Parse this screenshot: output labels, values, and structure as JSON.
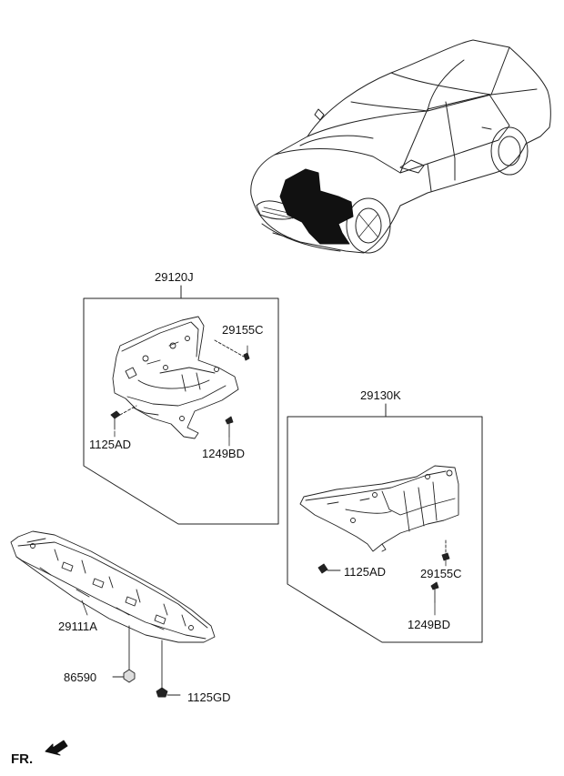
{
  "diagram": {
    "labels": {
      "group_front": "29120J",
      "clip_front": "29155C",
      "bolt_front": "1125AD",
      "screw_front": "1249BD",
      "group_rear": "29130K",
      "bolt_rear": "1125AD",
      "clip_rear": "29155C",
      "screw_rear": "1249BD",
      "main_cover": "29111A",
      "nut": "86590",
      "bolt_main": "1125GD",
      "direction": "FR."
    }
  }
}
